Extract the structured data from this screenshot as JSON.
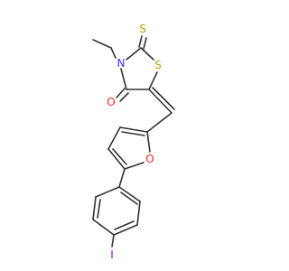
{
  "colors": {
    "background": "#ffffff",
    "bond": "#333333",
    "nitrogen": "#3333ff",
    "sulfur": "#b8a000",
    "oxygen": "#ff2020",
    "iodine": "#9400d3"
  },
  "atoms": {
    "n": {
      "text": "N",
      "element": "nitrogen"
    },
    "s_exo": {
      "text": "S",
      "element": "sulfur"
    },
    "s_ring": {
      "text": "S",
      "element": "sulfur"
    },
    "o_carbonyl": {
      "text": "O",
      "element": "oxygen"
    },
    "o_furan": {
      "text": "O",
      "element": "oxygen"
    },
    "i": {
      "text": "I",
      "element": "iodine"
    }
  }
}
